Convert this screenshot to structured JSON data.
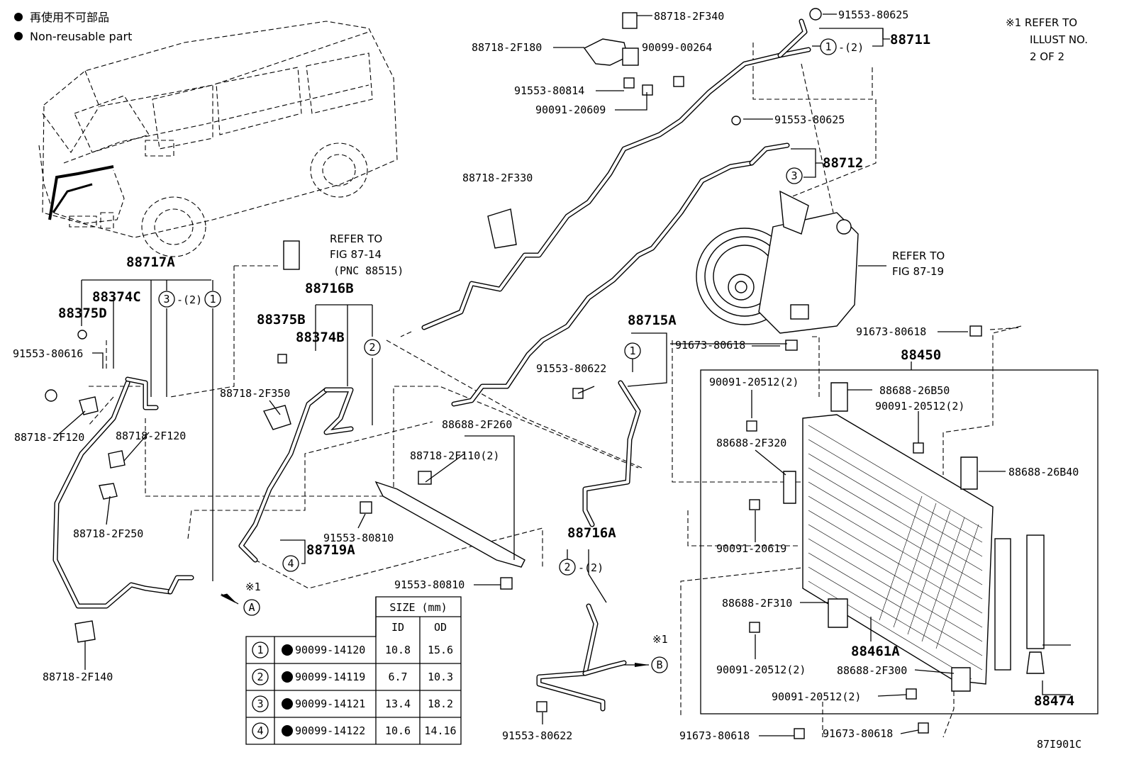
{
  "legend": {
    "jp": "再使用不可部品",
    "en": "Non-reusable part"
  },
  "note": {
    "line1": "※1  REFER TO",
    "line2": "ILLUST NO.",
    "line3": "2 OF 2"
  },
  "ref_fig_87_14": {
    "l1": "REFER TO",
    "l2": "FIG 87-14",
    "l3": "(PNC 88515)"
  },
  "ref_fig_87_19": {
    "l1": "REFER TO",
    "l2": "FIG 87-19"
  },
  "labels": {
    "p88718_2F340": "88718-2F340",
    "p91553_80625_a": "91553-80625",
    "p88711": "88711",
    "p1_2_top": "-(2)",
    "p88718_2F180": "88718-2F180",
    "p90099_00264": "90099-00264",
    "p91553_80814": "91553-80814",
    "p90091_20609": "90091-20609",
    "p91553_80625_b": "91553-80625",
    "p88712": "88712",
    "p88718_2F330": "88718-2F330",
    "p88717A": "88717A",
    "p88374C": "88374C",
    "p3_2": "-(2)",
    "p88375D": "88375D",
    "p91553_80616": "91553-80616",
    "p88716B": "88716B",
    "p88375B": "88375B",
    "p88374B": "88374B",
    "p88718_2F350": "88718-2F350",
    "p88715A": "88715A",
    "p91673_80618_a": "91673-80618",
    "p91673_80618_b": "91673-80618",
    "p88450": "88450",
    "p91553_80622_a": "91553-80622",
    "p90091_20512_a": "90091-20512(2)",
    "p88688_26B50": "88688-26B50",
    "p90091_20512_b": "90091-20512(2)",
    "p88718_2F120_a": "88718-2F120",
    "p88718_2F120_b": "88718-2F120",
    "p88688_2F260": "88688-2F260",
    "p88718_2F110": "88718-2F110(2)",
    "p88688_2F320": "88688-2F320",
    "p88688_26B40": "88688-26B40",
    "p88718_2F250": "88718-2F250",
    "p91553_80810_a": "91553-80810",
    "p88719A": "88719A",
    "p90091_20619": "90091-20619",
    "p88716A": "88716A",
    "p2_2": "-(2)",
    "p91553_80810_b": "91553-80810",
    "p88688_2F310": "88688-2F310",
    "p88461A": "88461A",
    "p90091_20512_c": "90091-20512(2)",
    "p88718_2F140": "88718-2F140",
    "p88688_2F300": "88688-2F300",
    "p90091_20512_d": "90091-20512(2)",
    "p88474": "88474",
    "p91553_80622_b": "91553-80622",
    "p91673_80618_c": "91673-80618",
    "p91673_80618_d": "91673-80618",
    "mark1": "※1",
    "mark2": "※1",
    "conn_a": "A",
    "conn_b": "B",
    "code": "87I901C"
  },
  "oring_table": {
    "header_size": "SIZE (mm)",
    "header_id": "ID",
    "header_od": "OD",
    "rows": [
      {
        "no": "1",
        "part": "90099-14120",
        "id": "10.8",
        "od": "15.6"
      },
      {
        "no": "2",
        "part": "90099-14119",
        "id": "6.7",
        "od": "10.3"
      },
      {
        "no": "3",
        "part": "90099-14121",
        "id": "13.4",
        "od": "18.2"
      },
      {
        "no": "4",
        "part": "90099-14122",
        "id": "10.6",
        "od": "14.16"
      }
    ]
  }
}
